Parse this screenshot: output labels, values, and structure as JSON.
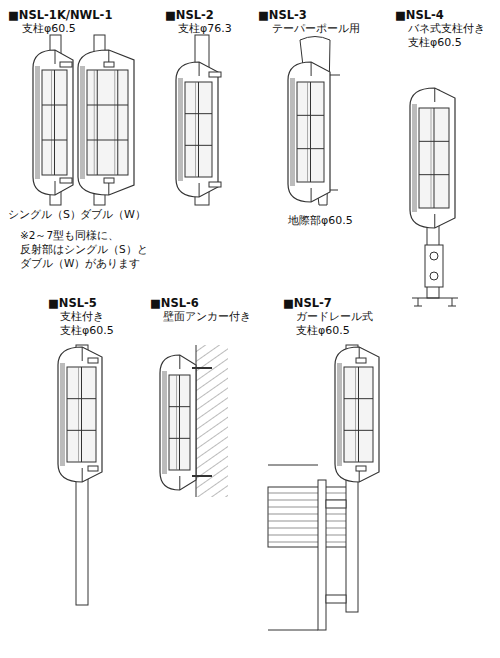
{
  "diagram": {
    "labels": [
      "■NSL-1K/NWL-1",
      "支柱φ60.5",
      "■NSL-2",
      "支柱φ76.3",
      "■NSL-3",
      "テーパーポール用",
      "■NSL-4",
      "バネ式支柱付き",
      "支柱φ60.5",
      "シングル（S）",
      "ダブル（W）",
      "※2～7型も同様に、 反射部はシングル（S）と ダブル（W）があります",
      "地際部φ60.5",
      "■NSL-5",
      "支柱付き",
      "支柱φ60.5",
      "■NSL-6",
      "壁面アンカー付き",
      "■NSL-7",
      "ガードレール式",
      "支柱φ60.5"
    ]
  }
}
